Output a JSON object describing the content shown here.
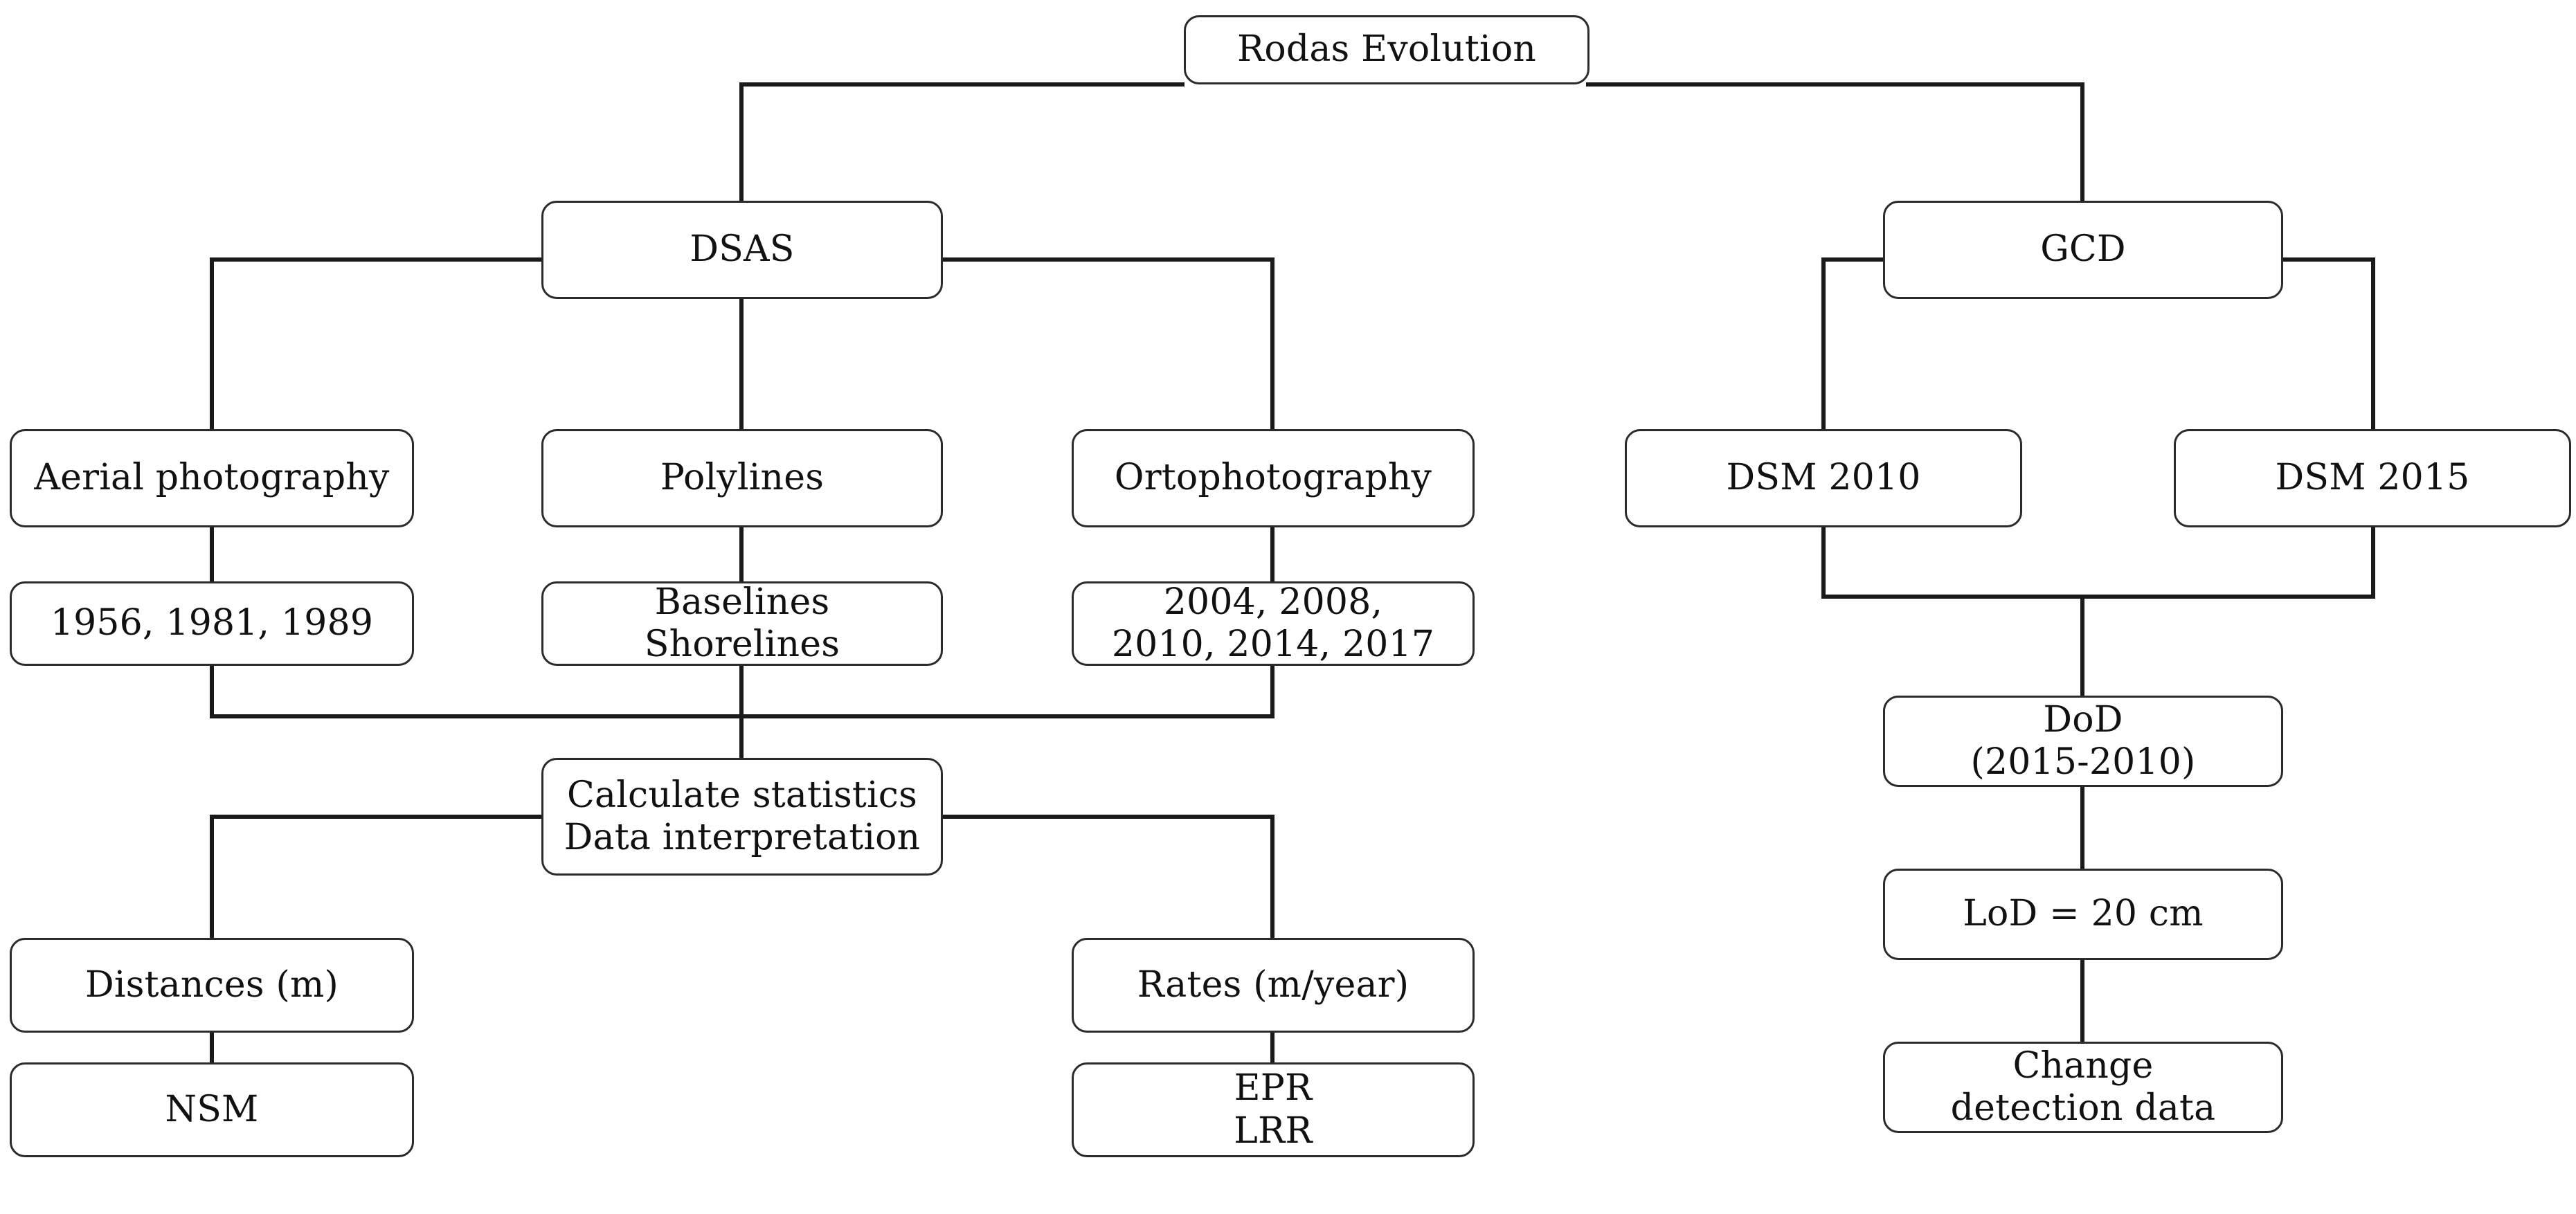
{
  "diagram": {
    "title": "Rodas Evolution",
    "type": "flowchart",
    "orientation": "top-down",
    "background_color": "#ffffff",
    "node_border_color": "#2b2b2b",
    "node_fill_color": "#ffffff",
    "edge_color": "#1a1a1a",
    "text_color": "#111111"
  },
  "nodes": {
    "root": {
      "label": "Rodas Evolution"
    },
    "dsas": {
      "label": "DSAS"
    },
    "gcd": {
      "label": "GCD"
    },
    "aerial_photography": {
      "label": "Aerial photography"
    },
    "aerial_years": {
      "label": "1956, 1981, 1989"
    },
    "polylines": {
      "label": "Polylines"
    },
    "baselines_shorelines": {
      "line1": "Baselines",
      "line2": "Shorelines"
    },
    "ortophotography": {
      "label": "Ortophotography"
    },
    "orto_years": {
      "line1": "2004, 2008,",
      "line2": "2010, 2014, 2017"
    },
    "calculate_statistics": {
      "line1": "Calculate statistics",
      "line2": "Data interpretation"
    },
    "distances": {
      "label": "Distances (m)"
    },
    "nsm": {
      "label": "NSM"
    },
    "rates": {
      "label": "Rates (m/year)"
    },
    "epr_lrr": {
      "line1": "EPR",
      "line2": "LRR"
    },
    "dsm_2010": {
      "label": "DSM 2010"
    },
    "dsm_2015": {
      "label": "DSM 2015"
    },
    "dod": {
      "line1": "DoD",
      "line2": "(2015-2010)"
    },
    "lod": {
      "label": "LoD = 20 cm"
    },
    "change_detection": {
      "line1": "Change",
      "line2": "detection data"
    }
  },
  "edges": [
    {
      "from": "root",
      "to": "dsas"
    },
    {
      "from": "root",
      "to": "gcd"
    },
    {
      "from": "dsas",
      "to": "aerial_photography"
    },
    {
      "from": "dsas",
      "to": "polylines"
    },
    {
      "from": "dsas",
      "to": "ortophotography"
    },
    {
      "from": "aerial_photography",
      "to": "aerial_years"
    },
    {
      "from": "polylines",
      "to": "baselines_shorelines"
    },
    {
      "from": "ortophotography",
      "to": "orto_years"
    },
    {
      "from": "aerial_years",
      "to": "calculate_statistics"
    },
    {
      "from": "baselines_shorelines",
      "to": "calculate_statistics"
    },
    {
      "from": "orto_years",
      "to": "calculate_statistics"
    },
    {
      "from": "calculate_statistics",
      "to": "distances"
    },
    {
      "from": "calculate_statistics",
      "to": "rates"
    },
    {
      "from": "distances",
      "to": "nsm"
    },
    {
      "from": "rates",
      "to": "epr_lrr"
    },
    {
      "from": "gcd",
      "to": "dsm_2010"
    },
    {
      "from": "gcd",
      "to": "dsm_2015"
    },
    {
      "from": "dsm_2010",
      "to": "dod"
    },
    {
      "from": "dsm_2015",
      "to": "dod"
    },
    {
      "from": "dod",
      "to": "lod"
    },
    {
      "from": "lod",
      "to": "change_detection"
    }
  ]
}
